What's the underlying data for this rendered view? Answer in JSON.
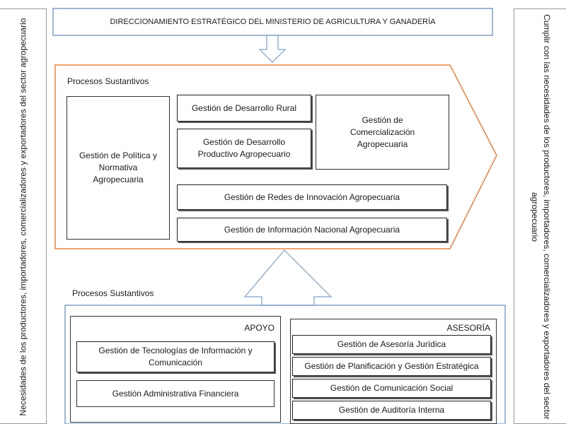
{
  "top": {
    "title": "DIRECCIONAMIENTO ESTRATÉGICO DEL MINISTERIO DE AGRICULTURA Y GANADERÍA"
  },
  "left_side": {
    "text": "Necesidades de los productores, importadores, comercializadores y exportadores del sector agropecuario"
  },
  "right_side": {
    "text": "Cumplir con las necesidades de los productores, importadores, comercializadores y exportadores del sector agropecuario"
  },
  "sustantivos": {
    "label": "Procesos Sustantivos",
    "politica": "Gestión de Política y Normativa Agropecuaria",
    "desarrollo_rural": "Gestión de Desarrollo Rural",
    "desarrollo_productivo": "Gestión de Desarrollo Productivo Agropecuario",
    "comercializacion": "Gestión de Comercialización Agropecuaria",
    "redes": "Gestión de Redes de Innovación Agropecuaria",
    "informacion": "Gestión de Información Nacional Agropecuaria"
  },
  "lower": {
    "label": "Procesos Sustantivos",
    "apoyo": {
      "title": "APOYO",
      "items": [
        "Gestión de Tecnologías de Información y Comunicación",
        "Gestión Administrativa Financiera"
      ]
    },
    "asesoria": {
      "title": "ASESORÍA",
      "items": [
        "Gestión de Asesoría Jurídica",
        "Gestión de Planificación y Gestión Estratégica",
        "Gestión de Comunicación Social",
        "Gestión de Auditoría Interna"
      ]
    }
  },
  "colors": {
    "accent_orange": "#e8823a",
    "accent_blue": "#7f9fc6"
  }
}
